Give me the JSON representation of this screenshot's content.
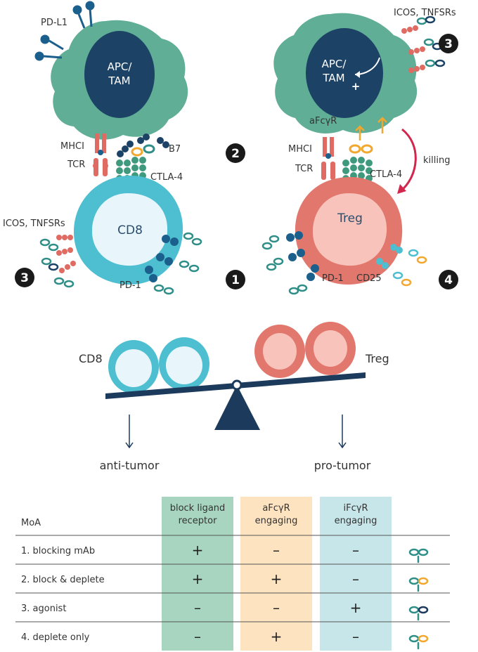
{
  "top_left": {
    "apc_label_line1": "APC/",
    "apc_label_line2": "TAM",
    "cd8_label": "CD8",
    "pdl1_label": "PD-L1",
    "mhci_label": "MHCI",
    "tcr_label": "TCR",
    "b7_label": "B7",
    "ctla4_label": "CTLA-4",
    "icos_label": "ICOS, TNFSRs",
    "pd1_label": "PD-1"
  },
  "top_right": {
    "apc_label_line1": "APC/",
    "apc_label_line2": "TAM",
    "plus_sign": "+",
    "afcyr_label": "aFcγR",
    "mhci_label": "MHCI",
    "tcr_label": "TCR",
    "ctla4_label": "CTLA-4",
    "icos_label": "ICOS, TNFSRs",
    "killing_label": "killing",
    "treg_label": "Treg",
    "pd1_label": "PD-1",
    "cd25_label": "CD25"
  },
  "badges": [
    "1",
    "2",
    "3",
    "3",
    "4"
  ],
  "balance": {
    "left_label": "CD8",
    "right_label": "Treg",
    "left_outcome": "anti-tumor",
    "right_outcome": "pro-tumor"
  },
  "table": {
    "moa_header": "MoA",
    "columns": [
      {
        "line1": "block ligand",
        "line2": "receptor",
        "color": "#a8d5bf"
      },
      {
        "line1": "aFcγR",
        "line2": "engaging",
        "color": "#fde3c0"
      },
      {
        "line1": "iFcγR",
        "line2": "engaging",
        "color": "#c7e6e9"
      }
    ],
    "rows": [
      {
        "label": "1. blocking mAb",
        "values": [
          "+",
          "–",
          "–"
        ],
        "antibody": "teal-teal"
      },
      {
        "label": "2. block & deplete",
        "values": [
          "+",
          "+",
          "–"
        ],
        "antibody": "teal-orange"
      },
      {
        "label": "3. agonist",
        "values": [
          "–",
          "–",
          "+"
        ],
        "antibody": "teal-navy"
      },
      {
        "label": "4. deplete only",
        "values": [
          "–",
          "+",
          "–"
        ],
        "antibody": "teal-orange"
      }
    ]
  },
  "colors": {
    "apc": "#5fae95",
    "apc_nucleus": "#1c4266",
    "cd8": "#4dbfd1",
    "cd8_inner": "#e8f6fb",
    "treg": "#e2776e",
    "treg_inner": "#f7c3bb",
    "badge": "#1a1a1a",
    "beam": "#1c3a5c",
    "killing_arrow": "#d2264c",
    "receptor_red": "#e06b62",
    "receptor_green": "#3f9a7d",
    "receptor_blue": "#1b5f8c",
    "antibody_orange": "#f2a72e",
    "antibody_teal": "#2f8f88"
  }
}
